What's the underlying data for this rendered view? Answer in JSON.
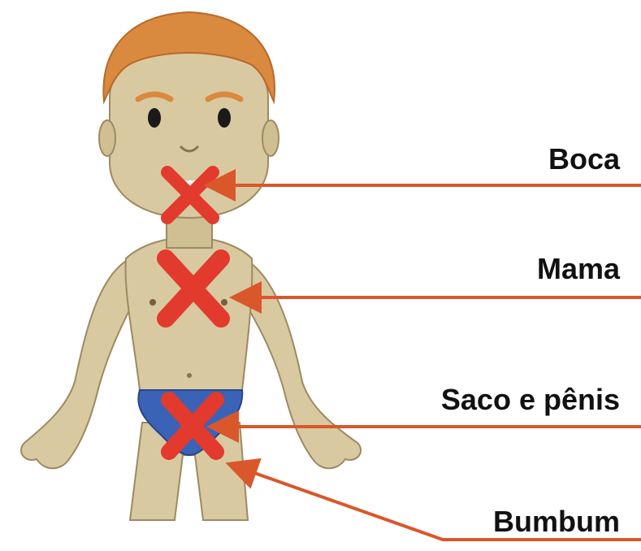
{
  "colors": {
    "skin": "#d9c9a0",
    "skin_shade": "#b9a67a",
    "hair": "#d98a3e",
    "hair_dark": "#b8692a",
    "underwear": "#3a63b8",
    "mark": "#e23a2c",
    "pointer": "#d9572a"
  },
  "labels": {
    "boca": "Boca",
    "mama": "Mama",
    "saco": "Saco e pênis",
    "bumbum": "Bumbum"
  },
  "icons": {
    "forbidden_mark": "red-x-icon",
    "pointer": "arrow-icon"
  }
}
